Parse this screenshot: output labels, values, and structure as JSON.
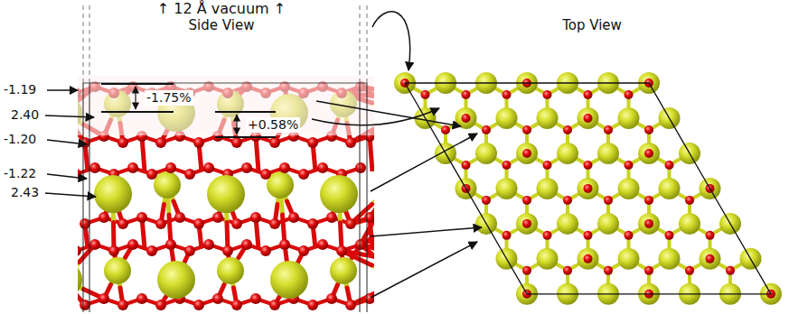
{
  "diagram": {
    "labels": [
      "↑ 12 Å vacuum ↑",
      "Side View",
      "Top View",
      "-1.19",
      "2.40",
      "-1.20",
      "-1.22",
      "2.43",
      "-1.75%",
      "+0.58%"
    ]
  }
}
